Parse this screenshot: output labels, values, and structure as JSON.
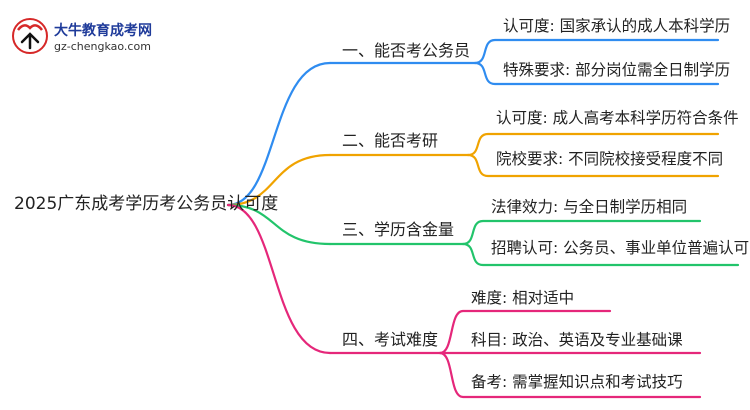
{
  "brand": {
    "name": "大牛教育成考网",
    "url": "gz-chengkao.com"
  },
  "colors": {
    "blue": "#2f8cf0",
    "orange": "#f0a300",
    "green": "#22c46b",
    "magenta": "#e5277a"
  },
  "mindmap": {
    "root": "2025广东成考学历考公务员认可度",
    "branches": [
      {
        "label": "一、能否考公务员",
        "color": "blue",
        "leaves": [
          "认可度: 国家承认的成人本科学历",
          "特殊要求: 部分岗位需全日制学历"
        ]
      },
      {
        "label": "二、能否考研",
        "color": "orange",
        "leaves": [
          "认可度: 成人高考本科学历符合条件",
          "院校要求: 不同院校接受程度不同"
        ]
      },
      {
        "label": "三、学历含金量",
        "color": "green",
        "leaves": [
          "法律效力: 与全日制学历相同",
          "招聘认可: 公务员、事业单位普遍认可"
        ]
      },
      {
        "label": "四、考试难度",
        "color": "magenta",
        "leaves": [
          "难度: 相对适中",
          "科目: 政治、英语及专业基础课",
          "备考: 需掌握知识点和考试技巧"
        ]
      }
    ]
  }
}
